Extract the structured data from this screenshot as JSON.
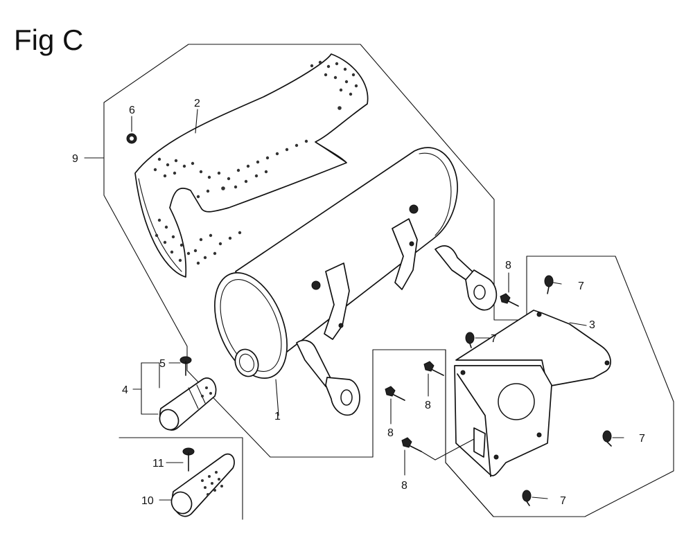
{
  "figure": {
    "title": "Fig C"
  },
  "callouts": [
    {
      "id": "c1",
      "text": "1"
    },
    {
      "id": "c2",
      "text": "2"
    },
    {
      "id": "c3",
      "text": "3"
    },
    {
      "id": "c4",
      "text": "4"
    },
    {
      "id": "c5",
      "text": "5"
    },
    {
      "id": "c6",
      "text": "6"
    },
    {
      "id": "c7a",
      "text": "7"
    },
    {
      "id": "c7b",
      "text": "7"
    },
    {
      "id": "c7c",
      "text": "7"
    },
    {
      "id": "c7d",
      "text": "7"
    },
    {
      "id": "c8a",
      "text": "8"
    },
    {
      "id": "c8b",
      "text": "8"
    },
    {
      "id": "c8c",
      "text": "8"
    },
    {
      "id": "c8d",
      "text": "8"
    },
    {
      "id": "c9",
      "text": "9"
    },
    {
      "id": "c10",
      "text": "10"
    },
    {
      "id": "c11",
      "text": "11"
    }
  ]
}
